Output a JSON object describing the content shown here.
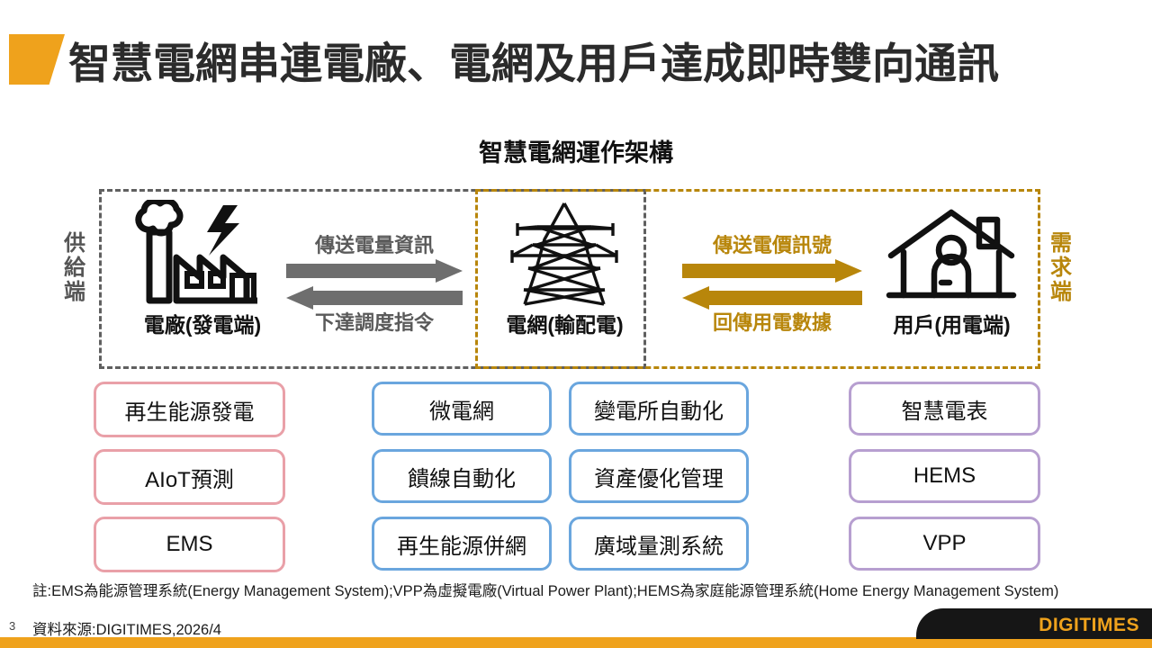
{
  "slide": {
    "title": "智慧電網串連電廠、電網及用戶達成即時雙向通訊",
    "subtitle": "智慧電網運作架構",
    "page_number": "3"
  },
  "regions": {
    "supply_label": "供給端",
    "demand_label": "需求端",
    "supply_border_color": "#606060",
    "demand_border_color": "#b8860b"
  },
  "nodes": [
    {
      "key": "plant",
      "caption": "電廠(發電端)",
      "icon": "power-plant-icon"
    },
    {
      "key": "grid",
      "caption": "電網(輸配電)",
      "icon": "transmission-tower-icon"
    },
    {
      "key": "user",
      "caption": "用戶(用電端)",
      "icon": "house-icon"
    }
  ],
  "flows": [
    {
      "key": "plant-grid",
      "color": "#6e6e6e",
      "forward_label": "傳送電量資訊",
      "reverse_label": "下達調度指令"
    },
    {
      "key": "grid-user",
      "color": "#b8860b",
      "forward_label": "傳送電價訊號",
      "reverse_label": "回傳用電數據"
    }
  ],
  "tech_columns": [
    {
      "key": "generation",
      "color": "#e9a0a8",
      "items": [
        "再生能源發電",
        "AIoT預測",
        "EMS"
      ]
    },
    {
      "key": "grid-a",
      "color": "#6aa6de",
      "items": [
        "微電網",
        "饋線自動化",
        "再生能源併網"
      ]
    },
    {
      "key": "grid-b",
      "color": "#6aa6de",
      "items": [
        "變電所自動化",
        "資產優化管理",
        "廣域量測系統"
      ]
    },
    {
      "key": "demand",
      "color": "#b79fd0",
      "items": [
        "智慧電表",
        "HEMS",
        "VPP"
      ]
    }
  ],
  "footer": {
    "note": "註:EMS為能源管理系統(Energy Management System);VPP為虛擬電廠(Virtual Power Plant);HEMS為家庭能源管理系統(Home Energy Management System)",
    "source": "資料來源:DIGITIMES,2026/4",
    "brand": "DIGITIMES",
    "brand_color": "#efa21c"
  }
}
